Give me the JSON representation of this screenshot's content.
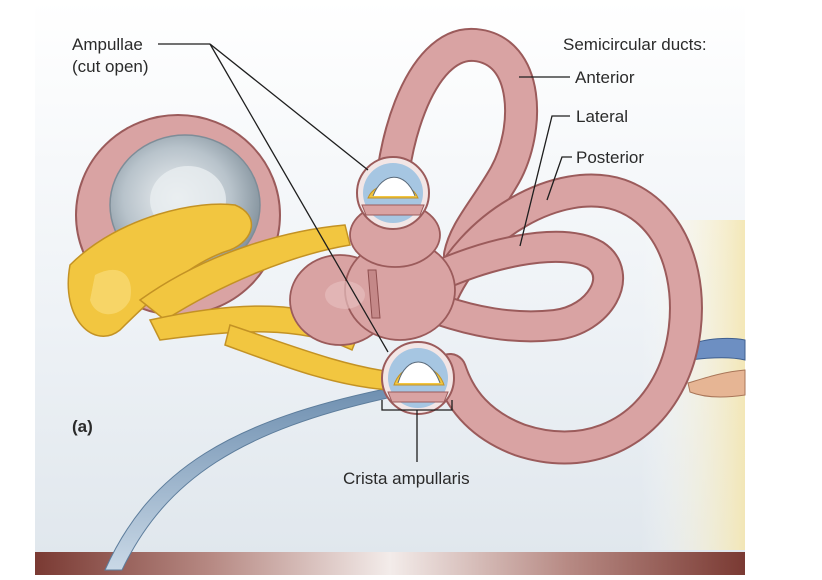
{
  "labels": {
    "ampullae_line1": "Ampullae",
    "ampullae_line2": "(cut open)",
    "semicircular_heading": "Semicircular ducts:",
    "anterior": "Anterior",
    "lateral": "Lateral",
    "posterior": "Posterior",
    "crista": "Crista ampullaris",
    "panel": "(a)"
  },
  "colors": {
    "duct_fill": "#d9a3a3",
    "duct_outline": "#9b5b5b",
    "nerve": "#f2c640",
    "nerve_outline": "#c39224",
    "cochlea_inner": "#b8c3cb",
    "crista_bg": "#a6c6e2",
    "bottom_bar": "#7a3a33"
  }
}
